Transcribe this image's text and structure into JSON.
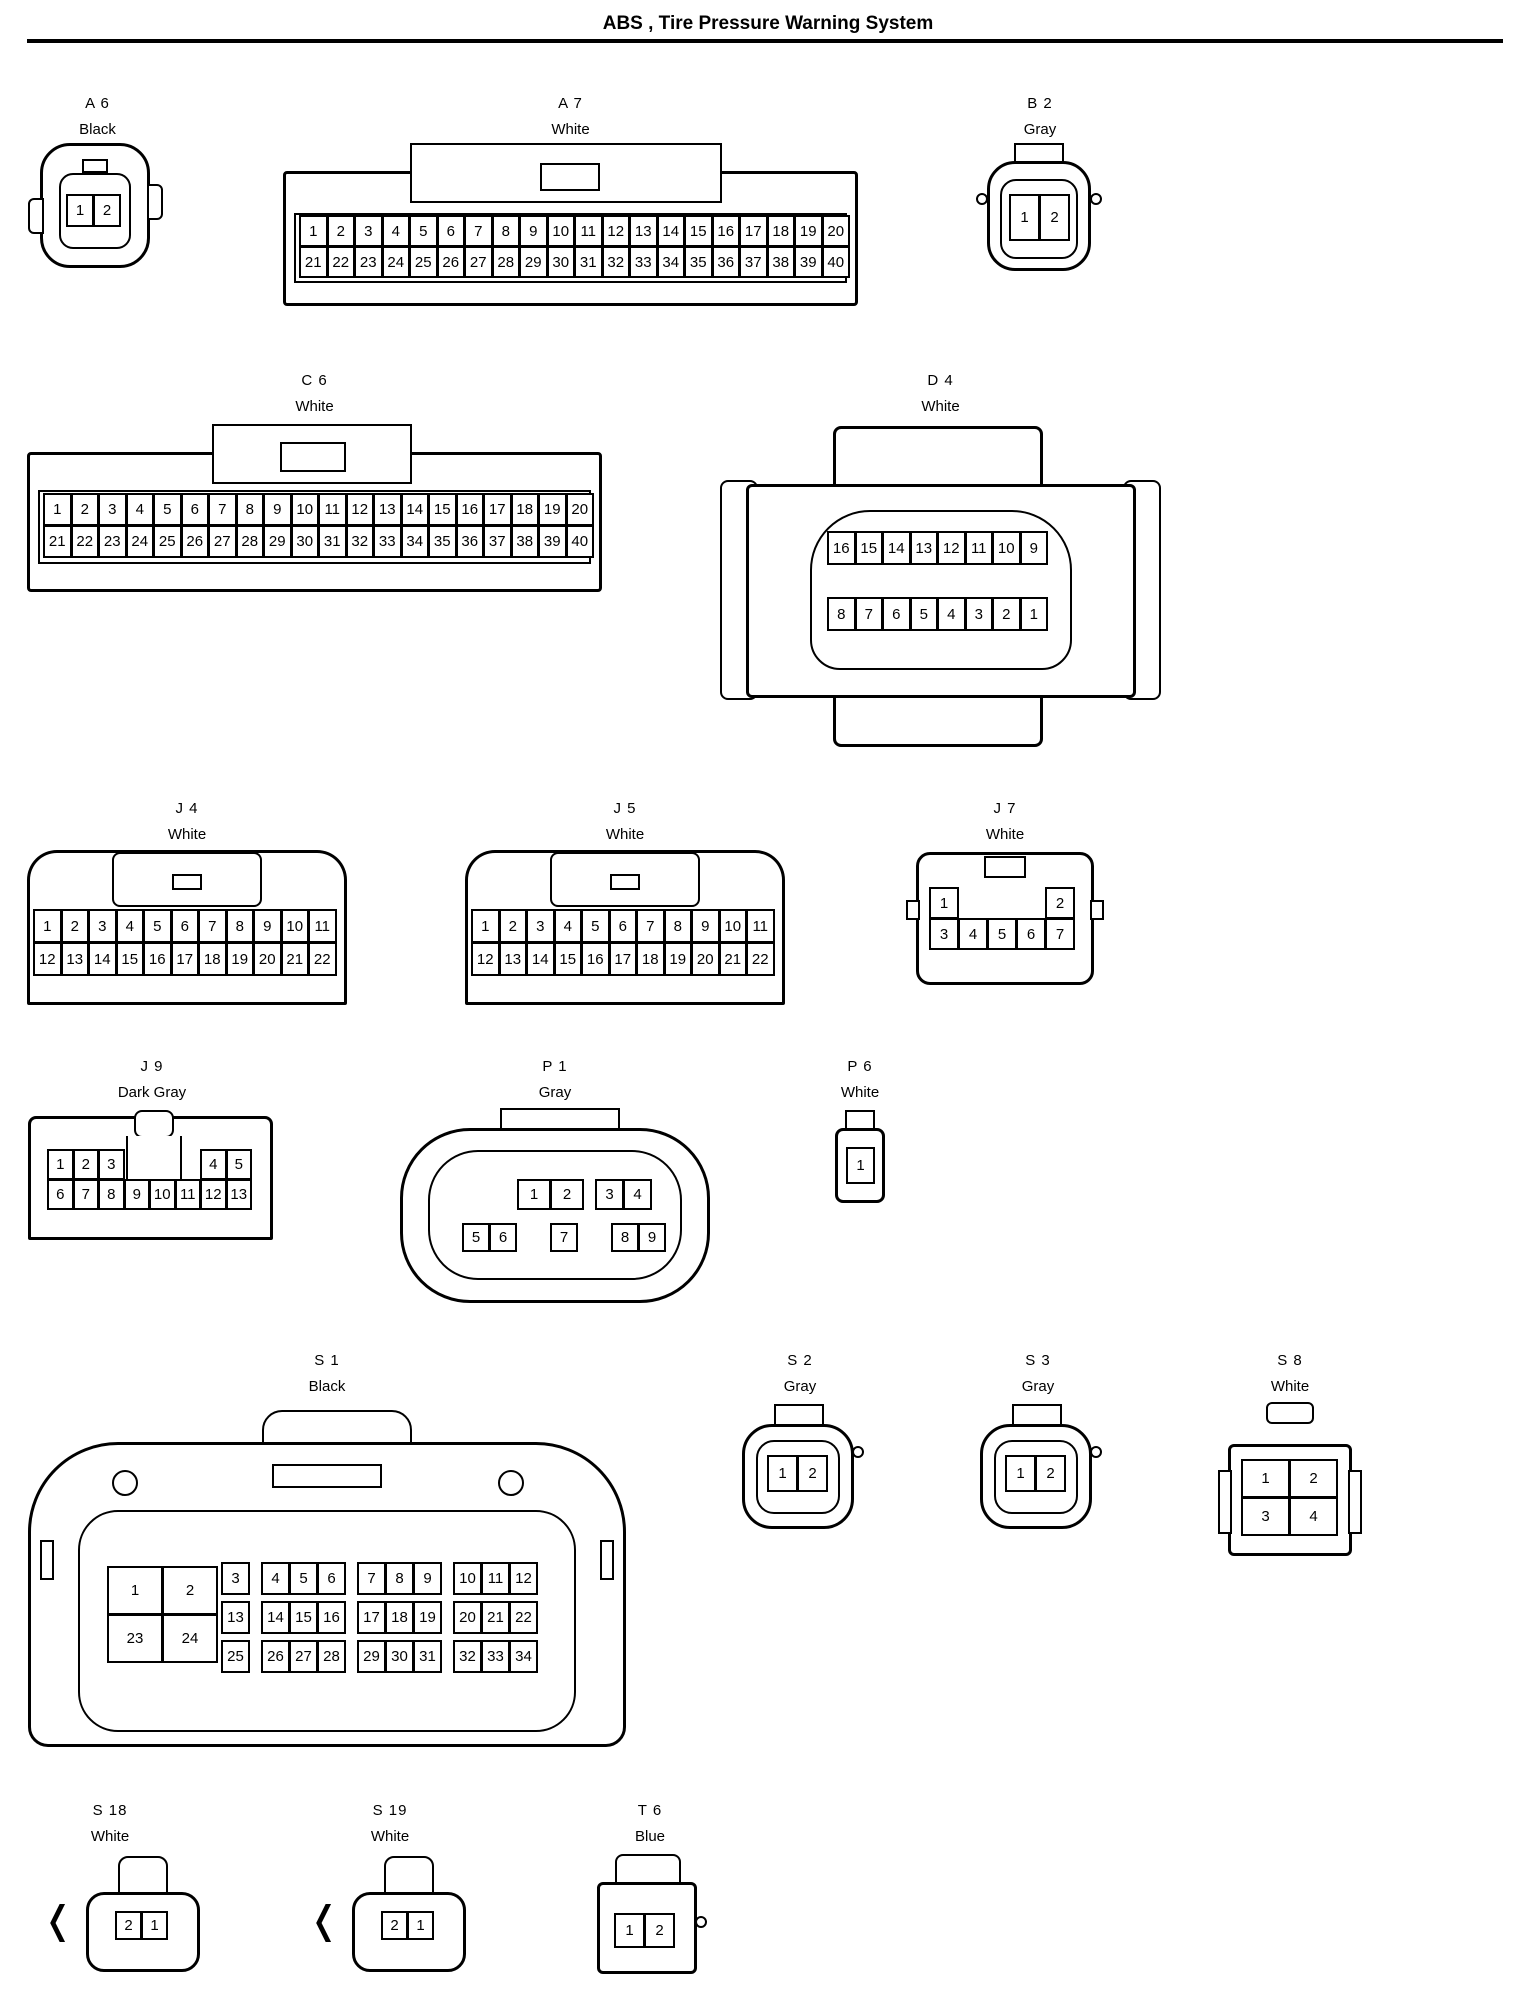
{
  "title": "ABS , Tire Pressure Warning System",
  "connectors": {
    "A6": {
      "id": "A 6",
      "color": "Black",
      "pins": [
        "1",
        "2"
      ]
    },
    "A7": {
      "id": "A 7",
      "color": "White",
      "row1": [
        "1",
        "2",
        "3",
        "4",
        "5",
        "6",
        "7",
        "8",
        "9",
        "10",
        "11",
        "12",
        "13",
        "14",
        "15",
        "16",
        "17",
        "18",
        "19",
        "20"
      ],
      "row2": [
        "21",
        "22",
        "23",
        "24",
        "25",
        "26",
        "27",
        "28",
        "29",
        "30",
        "31",
        "32",
        "33",
        "34",
        "35",
        "36",
        "37",
        "38",
        "39",
        "40"
      ]
    },
    "B2": {
      "id": "B 2",
      "color": "Gray",
      "pins": [
        "1",
        "2"
      ]
    },
    "C6": {
      "id": "C 6",
      "color": "White",
      "row1": [
        "1",
        "2",
        "3",
        "4",
        "5",
        "6",
        "7",
        "8",
        "9",
        "10",
        "11",
        "12",
        "13",
        "14",
        "15",
        "16",
        "17",
        "18",
        "19",
        "20"
      ],
      "row2": [
        "21",
        "22",
        "23",
        "24",
        "25",
        "26",
        "27",
        "28",
        "29",
        "30",
        "31",
        "32",
        "33",
        "34",
        "35",
        "36",
        "37",
        "38",
        "39",
        "40"
      ]
    },
    "D4": {
      "id": "D 4",
      "color": "White",
      "row1": [
        "16",
        "15",
        "14",
        "13",
        "12",
        "11",
        "10",
        "9"
      ],
      "row2": [
        "8",
        "7",
        "6",
        "5",
        "4",
        "3",
        "2",
        "1"
      ]
    },
    "J4": {
      "id": "J 4",
      "color": "White",
      "row1": [
        "1",
        "2",
        "3",
        "4",
        "5",
        "6",
        "7",
        "8",
        "9",
        "10",
        "11"
      ],
      "row2": [
        "12",
        "13",
        "14",
        "15",
        "16",
        "17",
        "18",
        "19",
        "20",
        "21",
        "22"
      ]
    },
    "J5": {
      "id": "J 5",
      "color": "White",
      "row1": [
        "1",
        "2",
        "3",
        "4",
        "5",
        "6",
        "7",
        "8",
        "9",
        "10",
        "11"
      ],
      "row2": [
        "12",
        "13",
        "14",
        "15",
        "16",
        "17",
        "18",
        "19",
        "20",
        "21",
        "22"
      ]
    },
    "J7": {
      "id": "J 7",
      "color": "White",
      "row1": [
        "1",
        "2"
      ],
      "row2": [
        "3",
        "4",
        "5",
        "6",
        "7"
      ]
    },
    "J9": {
      "id": "J 9",
      "color": "Dark Gray",
      "row1a": [
        "1",
        "2",
        "3"
      ],
      "row1b": [
        "4",
        "5"
      ],
      "row2": [
        "6",
        "7",
        "8",
        "9",
        "10",
        "11",
        "12",
        "13"
      ]
    },
    "P1": {
      "id": "P 1",
      "color": "Gray",
      "top": [
        "1",
        "2",
        "3",
        "4"
      ],
      "bottom": [
        "5",
        "6",
        "7",
        "8",
        "9"
      ]
    },
    "P6": {
      "id": "P 6",
      "color": "White",
      "pins": [
        "1"
      ]
    },
    "S1": {
      "id": "S 1",
      "color": "Black",
      "big": [
        "1",
        "2",
        "23",
        "24"
      ],
      "row1": [
        "3",
        "4",
        "5",
        "6",
        "7",
        "8",
        "9",
        "10",
        "11",
        "12"
      ],
      "row2": [
        "13",
        "14",
        "15",
        "16",
        "17",
        "18",
        "19",
        "20",
        "21",
        "22"
      ],
      "row3": [
        "25",
        "26",
        "27",
        "28",
        "29",
        "30",
        "31",
        "32",
        "33",
        "34"
      ]
    },
    "S2": {
      "id": "S 2",
      "color": "Gray",
      "pins": [
        "1",
        "2"
      ]
    },
    "S3": {
      "id": "S 3",
      "color": "Gray",
      "pins": [
        "1",
        "2"
      ]
    },
    "S8": {
      "id": "S 8",
      "color": "White",
      "pins": [
        "1",
        "2",
        "3",
        "4"
      ]
    },
    "S18": {
      "id": "S 18",
      "color": "White",
      "pins": [
        "2",
        "1"
      ]
    },
    "S19": {
      "id": "S 19",
      "color": "White",
      "pins": [
        "2",
        "1"
      ]
    },
    "T6": {
      "id": "T 6",
      "color": "Blue",
      "pins": [
        "1",
        "2"
      ]
    }
  }
}
